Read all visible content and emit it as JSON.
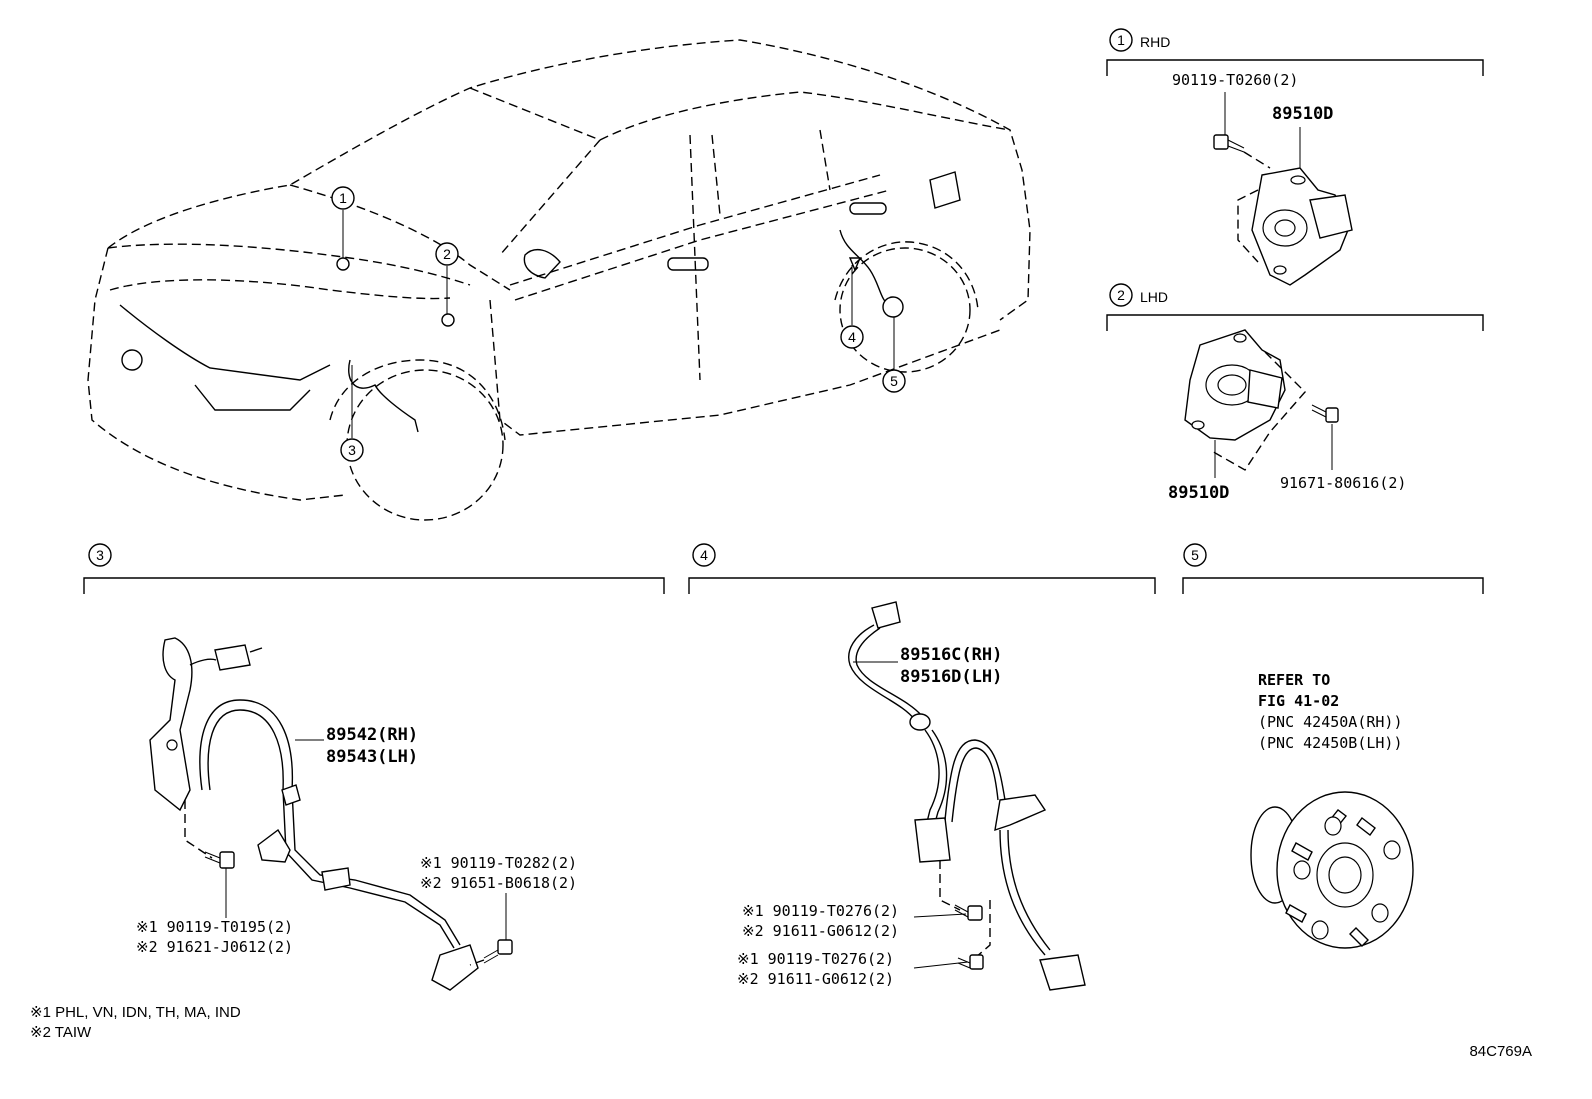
{
  "callouts": {
    "c1": "1",
    "c2": "2",
    "c3": "3",
    "c4": "4",
    "c5": "5"
  },
  "sections": {
    "rhd": {
      "num": "1",
      "label": "RHD",
      "bolt": "90119-T0260(2)",
      "part": "89510D"
    },
    "lhd": {
      "num": "2",
      "label": "LHD",
      "part": "89510D",
      "bolt": "91671-80616(2)"
    },
    "front_sensor": {
      "num": "3",
      "part_rh": "89542(RH)",
      "part_lh": "89543(LH)",
      "bolt_a1": "※1 90119-T0195(2)",
      "bolt_a2": "※2 91621-J0612(2)",
      "bolt_b1": "※1 90119-T0282(2)",
      "bolt_b2": "※2 91651-B0618(2)"
    },
    "rear_sensor": {
      "num": "4",
      "part_rh": "89516C(RH)",
      "part_lh": "89516D(LH)",
      "bolt_a1": "※1 90119-T0276(2)",
      "bolt_a2": "※2 91611-G0612(2)",
      "bolt_b1": "※1 90119-T0276(2)",
      "bolt_b2": "※2 91611-G0612(2)"
    },
    "hub": {
      "num": "5",
      "line1": "REFER TO",
      "line2": "FIG 41-02",
      "line3": "(PNC 42450A(RH))",
      "line4": "(PNC 42450B(LH))"
    }
  },
  "notes": {
    "note1": "※1 PHL, VN, IDN, TH, MA, IND",
    "note2": "※2 TAIW"
  },
  "figure_code": "84C769A"
}
